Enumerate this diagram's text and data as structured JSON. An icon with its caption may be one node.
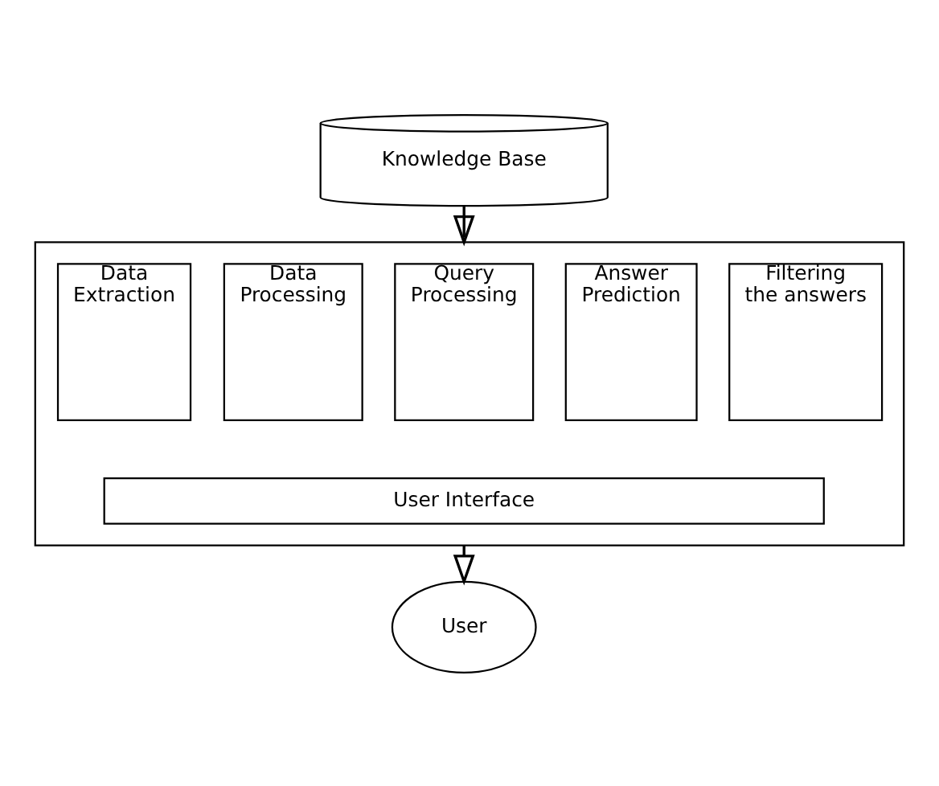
{
  "diagram": {
    "nodes": [
      {
        "text": [
          "Knowledge Base"
        ]
      },
      {
        "text": [],
        "shape": "box"
      },
      {
        "text": [
          "Data Extraction"
        ],
        "in": 1
      },
      {
        "text": [
          "Data Processing"
        ],
        "in": 1
      },
      {
        "text": [
          "Query Processing"
        ],
        "in": 1
      },
      {
        "text": [
          "Answer Prediction"
        ],
        "in": 1
      },
      {
        "text": [
          "Filtering the answers"
        ],
        "in": 1
      },
      {
        "text": [
          "User Interface"
        ],
        "in": 1
      },
      {
        "text": [
          "User"
        ]
      }
    ],
    "edges": [
      {
        "from": 0,
        "to": 1,
        "arrow": "to"
      },
      {
        "from": 1,
        "to": 8,
        "arrow": "to"
      }
    ]
  }
}
